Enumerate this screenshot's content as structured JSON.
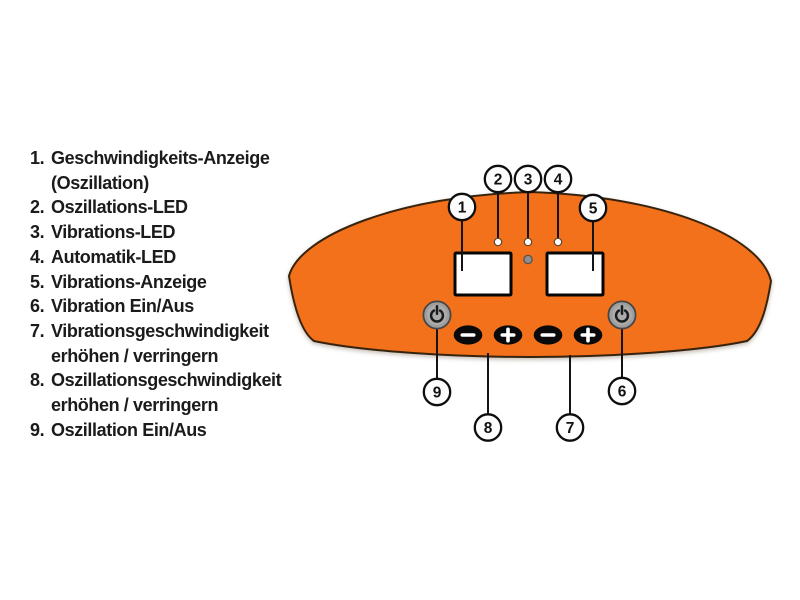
{
  "background": "#FFFFFF",
  "legend": {
    "lines": [
      {
        "num": "1.",
        "text": "Geschwindigkeits-Anzeige"
      },
      {
        "num": "",
        "text": "(Oszillation)"
      },
      {
        "num": "2.",
        "text": "Oszillations-LED"
      },
      {
        "num": "3.",
        "text": "Vibrations-LED"
      },
      {
        "num": "4.",
        "text": "Automatik-LED"
      },
      {
        "num": "5.",
        "text": "Vibrations-Anzeige"
      },
      {
        "num": "6.",
        "text": "Vibration Ein/Aus"
      },
      {
        "num": "7.",
        "text": "Vibrationsgeschwindigkeit"
      },
      {
        "num": "",
        "text": "erhöhen / verringern"
      },
      {
        "num": "8.",
        "text": "Oszillationsgeschwindigkeit"
      },
      {
        "num": "",
        "text": "erhöhen / verringern"
      },
      {
        "num": "9.",
        "text": "Oszillation Ein/Aus"
      }
    ]
  },
  "device": {
    "callouts": [
      "1",
      "2",
      "3",
      "4",
      "5",
      "6",
      "7",
      "8",
      "9"
    ],
    "icons": {
      "power": "⏻",
      "minus": "−",
      "plus": "+"
    },
    "colors": {
      "body_orange": "#F4711B",
      "body_outline": "#38240E",
      "display_fill": "#FFFFFF",
      "display_border": "#060606",
      "oval_button_black": "#0A0A0A",
      "power_button_gray": "#9E9E9E",
      "power_glyph_dark": "#1B1B1B",
      "led_white": "#FFFFFF",
      "led_gray": "#8E8E8E",
      "callout_line": "#141414"
    }
  }
}
